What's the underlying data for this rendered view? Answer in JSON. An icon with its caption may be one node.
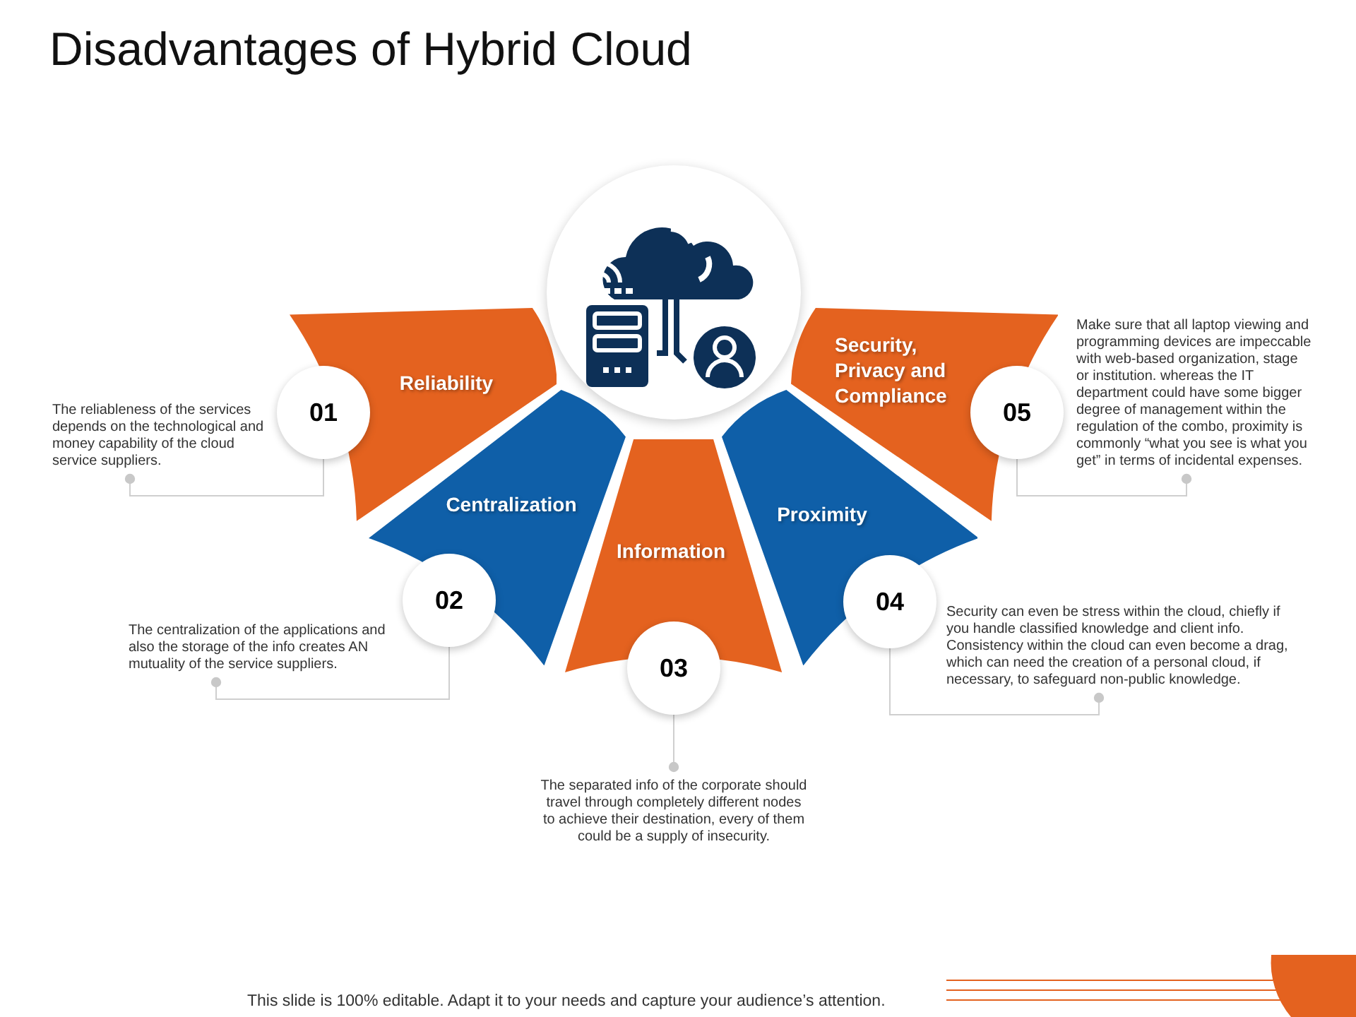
{
  "diagram": {
    "title": "Disadvantages of Hybrid Cloud",
    "nodes": [
      {
        "text": [
          "Reliability"
        ]
      },
      {
        "text": [
          "Centralization"
        ]
      },
      {
        "text": [
          "Information"
        ]
      },
      {
        "text": [
          "Proximity"
        ]
      },
      {
        "text": [
          "Security, Privacy and Compliance"
        ]
      },
      {
        "text": [
          "01"
        ]
      },
      {
        "text": [
          "02"
        ]
      },
      {
        "text": [
          "03"
        ]
      },
      {
        "text": [
          "04"
        ]
      },
      {
        "text": [
          "05"
        ]
      },
      {
        "text": [
          "The reliableness of the services depends on the technological and money capability of the cloud service suppliers."
        ]
      },
      {
        "text": [
          "The centralization of the applications and also the storage of the info creates AN mutuality of the service suppliers."
        ]
      },
      {
        "text": [
          "The separated info of the corporate should travel through completely different nodes to achieve their destination, every of them could be a supply of insecurity."
        ]
      },
      {
        "text": [
          "Security can even be stress within the cloud, chiefly if you handle classified knowledge and client info. Consistency within the cloud can even become a drag, which can need the creation of a personal cloud, if necessary, to safeguard non-public knowledge."
        ]
      },
      {
        "text": [
          "Make sure that all laptop viewing and programming devices are impeccable with web-based organization, stage or institution. whereas the IT department could have some bigger degree of management within the regulation of the combo, proximity is commonly “what you see is what you get” in terms of incidental expenses."
        ]
      }
    ],
    "edges": [
      {
        "from": 10,
        "to": 5,
        "arrow": "other"
      },
      {
        "from": 11,
        "to": 6,
        "arrow": "other"
      },
      {
        "from": 12,
        "to": 7,
        "arrow": "other"
      },
      {
        "from": 13,
        "to": 8,
        "arrow": "other"
      },
      {
        "from": 14,
        "to": 9,
        "arrow": "other"
      }
    ],
    "labels": [
      "This slide is 100% editable. Adapt it to your needs and capture your audience’s attention."
    ]
  }
}
